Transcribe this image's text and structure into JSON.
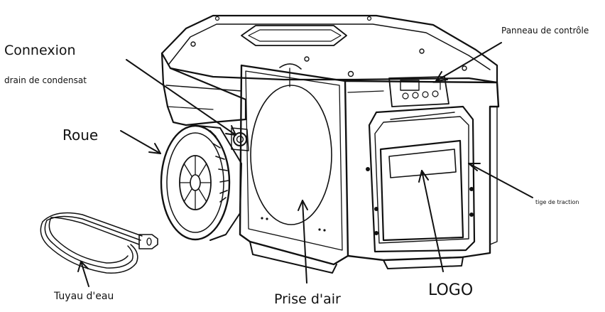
{
  "labels": {
    "connexion": "Connexion",
    "drain": "drain de condensat",
    "roue": "Roue",
    "tuyau": "Tuyau d'eau",
    "prise": "Prise d'air",
    "logo": "LOGO",
    "panneau": "Panneau de contrôle",
    "tige": "tige de traction"
  },
  "colors": {
    "line": "#111111",
    "background": "#ffffff"
  }
}
